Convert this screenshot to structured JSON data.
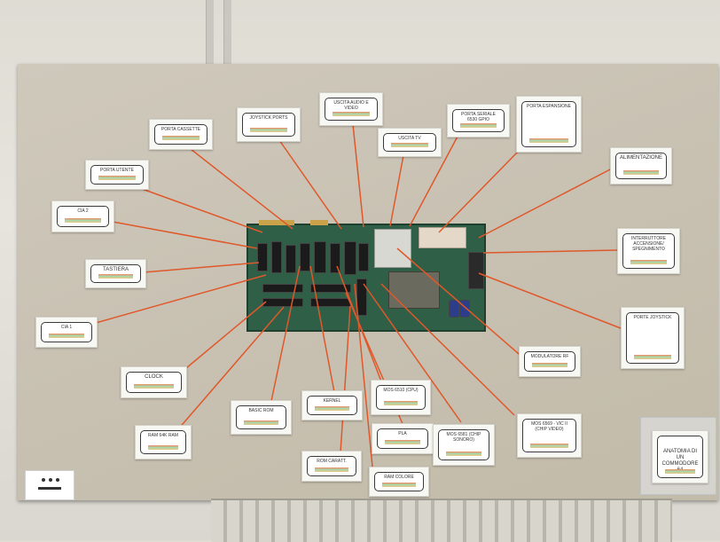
{
  "labels": {
    "porta_cassette": "PORTA CASSETTE",
    "porta_utente": "PORTA UTENTE",
    "sid": "CIA 2",
    "tastiera": "TASTIERA",
    "cia1": "CIA 1",
    "clock": "CLOCK",
    "ram": "RAM 64K RAM",
    "basic_rom": "BASIC ROM",
    "kernel": "KERNEL",
    "cpu": "MOS 6510 (CPU)",
    "pla": "PLA",
    "char_rom": "ROM CARATT.",
    "ram_colore": "RAM COLORE",
    "sound": "MOS 6581 (CHIP SONORO)",
    "vic": "MOS 6569 - VIC II (CHIP VIDEO)",
    "modulatore": "MODULATORE RF",
    "porta_seriale": "PORTA SERIALE 6530 GPIO",
    "uscita_audio": "USCITA AUDIO E VIDEO",
    "uscita_tv": "USCITA TV",
    "joystick": "JOYSTICK PORTS",
    "espansione": "PORTA ESPANSIONE",
    "alimentazione": "ALIMENTAZIONE",
    "interruttore": "INTERRUTTORE ACCENSIONE/ SPEGNIMENTO",
    "porta_joystick": "PORTE JOYSTICK",
    "anatomia": "ANATOMIA DI UN COMMODORE 64"
  }
}
